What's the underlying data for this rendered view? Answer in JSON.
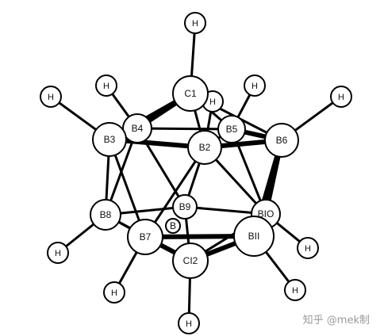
{
  "molecule": {
    "atoms": [
      {
        "id": "C1",
        "label": "C1"
      },
      {
        "id": "B2",
        "label": "B2"
      },
      {
        "id": "B3",
        "label": "B3"
      },
      {
        "id": "B4",
        "label": "B4"
      },
      {
        "id": "B5",
        "label": "B5"
      },
      {
        "id": "B6",
        "label": "B6"
      },
      {
        "id": "B7",
        "label": "B7"
      },
      {
        "id": "B8",
        "label": "B8"
      },
      {
        "id": "B9",
        "label": "B9"
      },
      {
        "id": "B10",
        "label": "BIO"
      },
      {
        "id": "B11",
        "label": "BII"
      },
      {
        "id": "C12",
        "label": "CI2"
      },
      {
        "id": "B12",
        "label": "B"
      }
    ],
    "hydrogen_label": "H",
    "hydrogens": [
      "C1",
      "B2",
      "B3",
      "B4",
      "B5",
      "B6",
      "B7",
      "B8",
      "B10",
      "B11",
      "C12"
    ],
    "bonds": [
      [
        "C1",
        "B3"
      ],
      [
        "C1",
        "B4"
      ],
      [
        "C1",
        "B2"
      ],
      [
        "C1",
        "B5"
      ],
      [
        "C1",
        "B6"
      ],
      [
        "B3",
        "B4"
      ],
      [
        "B3",
        "B2"
      ],
      [
        "B4",
        "B5"
      ],
      [
        "B2",
        "B6"
      ],
      [
        "B5",
        "B6"
      ],
      [
        "B2",
        "B5"
      ],
      [
        "B3",
        "B8"
      ],
      [
        "B3",
        "B7"
      ],
      [
        "B4",
        "B8"
      ],
      [
        "B4",
        "B9"
      ],
      [
        "B2",
        "B7"
      ],
      [
        "B2",
        "B10"
      ],
      [
        "B2",
        "B9"
      ],
      [
        "B5",
        "B10"
      ],
      [
        "B6",
        "B10"
      ],
      [
        "B6",
        "B11"
      ],
      [
        "B8",
        "B7"
      ],
      [
        "B8",
        "B9"
      ],
      [
        "B9",
        "B10"
      ],
      [
        "B7",
        "B11"
      ],
      [
        "B10",
        "B11"
      ],
      [
        "B7",
        "C12"
      ],
      [
        "B8",
        "C12"
      ],
      [
        "B9",
        "C12"
      ],
      [
        "B11",
        "C12"
      ],
      [
        "B10",
        "C12"
      ]
    ]
  },
  "watermark": "知乎 @mek制"
}
